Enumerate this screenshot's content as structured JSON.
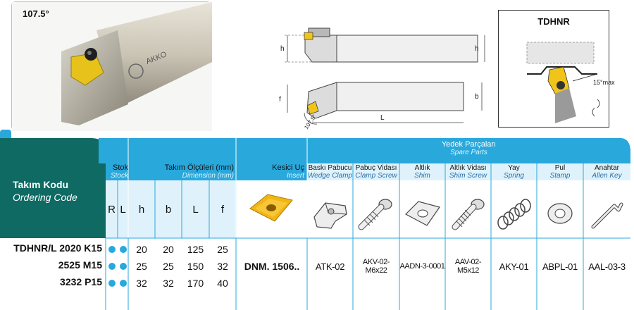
{
  "photo": {
    "angle": "107.5°",
    "brand": "AKKO"
  },
  "drawing": {
    "h_label": "h",
    "f_label": "f",
    "b_label": "b",
    "L_label": "L",
    "angle_label": "107.5°"
  },
  "detail": {
    "title": "TDHNR",
    "max_angle": "15°max"
  },
  "table": {
    "ordering_code_tr": "Takım Kodu",
    "ordering_code_en": "Ordering Code",
    "stock_tr": "Stok",
    "stock_en": "Stock",
    "dims_tr": "Takım Ölçüleri (mm)",
    "dims_en": "Dimension (mm)",
    "insert_tr": "Kesici Uç",
    "insert_en": "Insert",
    "spare_tr": "Yedek Parçaları",
    "spare_en": "Spare Parts",
    "stock_cols": [
      "R",
      "L"
    ],
    "dim_cols": [
      "h",
      "b",
      "L",
      "f"
    ],
    "spare_cols": [
      {
        "tr": "Baskı Pabucu",
        "en": "Wedge Clamp"
      },
      {
        "tr": "Pabuç Vidası",
        "en": "Clamp Screw"
      },
      {
        "tr": "Altlık",
        "en": "Shim"
      },
      {
        "tr": "Altlık Vidası",
        "en": "Shim Screw"
      },
      {
        "tr": "Yay",
        "en": "Spring"
      },
      {
        "tr": "Pul",
        "en": "Stamp"
      },
      {
        "tr": "Anahtar",
        "en": "Allen Key"
      }
    ],
    "rows": [
      {
        "code": "TDHNR/L 2020 K15",
        "h": "20",
        "b": "20",
        "L": "125",
        "f": "25"
      },
      {
        "code": "2525 M15",
        "h": "25",
        "b": "25",
        "L": "150",
        "f": "32"
      },
      {
        "code": "3232 P15",
        "h": "32",
        "b": "32",
        "L": "170",
        "f": "40"
      }
    ],
    "insert_code": "DNM. 1506..",
    "parts": [
      "ATK-02",
      "AKV-02-M6x22",
      "AADN-3-0001",
      "AAV-02-M5x12",
      "AKY-01",
      "ABPL-01",
      "AAL-03-3"
    ]
  },
  "colors": {
    "header_blue": "#29a8dc",
    "dark_teal": "#0e6a63",
    "light_blue": "#dff2fb",
    "dot": "#27a8df"
  }
}
